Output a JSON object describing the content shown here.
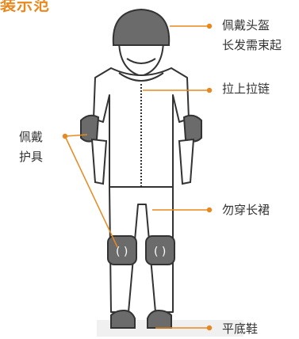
{
  "title": "装示范",
  "labels": {
    "helmet": [
      "佩戴头盔",
      "长发需束起"
    ],
    "zipper": "拉上拉链",
    "pads": [
      "佩戴",
      "护具"
    ],
    "pants": "勿穿长裙",
    "shoes": "平底鞋"
  },
  "colors": {
    "accent": "#e8891f",
    "outline": "#333333",
    "gear": "#6b6b6b"
  }
}
